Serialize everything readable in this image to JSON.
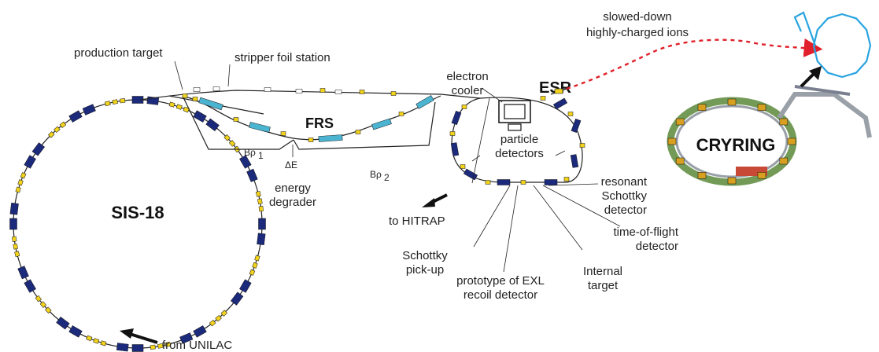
{
  "colors": {
    "magnet": "#1c2a7c",
    "quad": "#f2d31c",
    "frs_dipole": "#4bb4d0",
    "ion_path": "#e0202a",
    "cryring_orbit": "#2aa4e0",
    "arrow": "#111111"
  },
  "rings": {
    "sis18": "SIS-18",
    "esr": "ESR",
    "frs": "FRS",
    "cryring": "CRYRING"
  },
  "labels": {
    "production_target": "production target",
    "stripper": "stripper foil station",
    "electron_cooler": [
      "electron",
      "cooler"
    ],
    "particle_detectors": [
      "particle",
      "detectors"
    ],
    "slowed_ions": [
      "slowed-down",
      "highly-charged ions"
    ],
    "brho1_main": "Bρ",
    "brho1_sub": "1",
    "brho2_main": "Bρ",
    "brho2_sub": "2",
    "delta_e": "ΔE",
    "energy_degrader": [
      "energy",
      "degrader"
    ],
    "to_hitrap": "to HITRAP",
    "resonant_schottky": [
      "resonant",
      "Schottky",
      "detector"
    ],
    "tof_detector": [
      "time-of-flight",
      "detector"
    ],
    "internal_target": [
      "Internal",
      "target"
    ],
    "exl": [
      "prototype of EXL",
      "recoil detector"
    ],
    "schottky_pickup": [
      "Schottky",
      "pick-up"
    ],
    "from_unilac": "from UNILAC"
  }
}
